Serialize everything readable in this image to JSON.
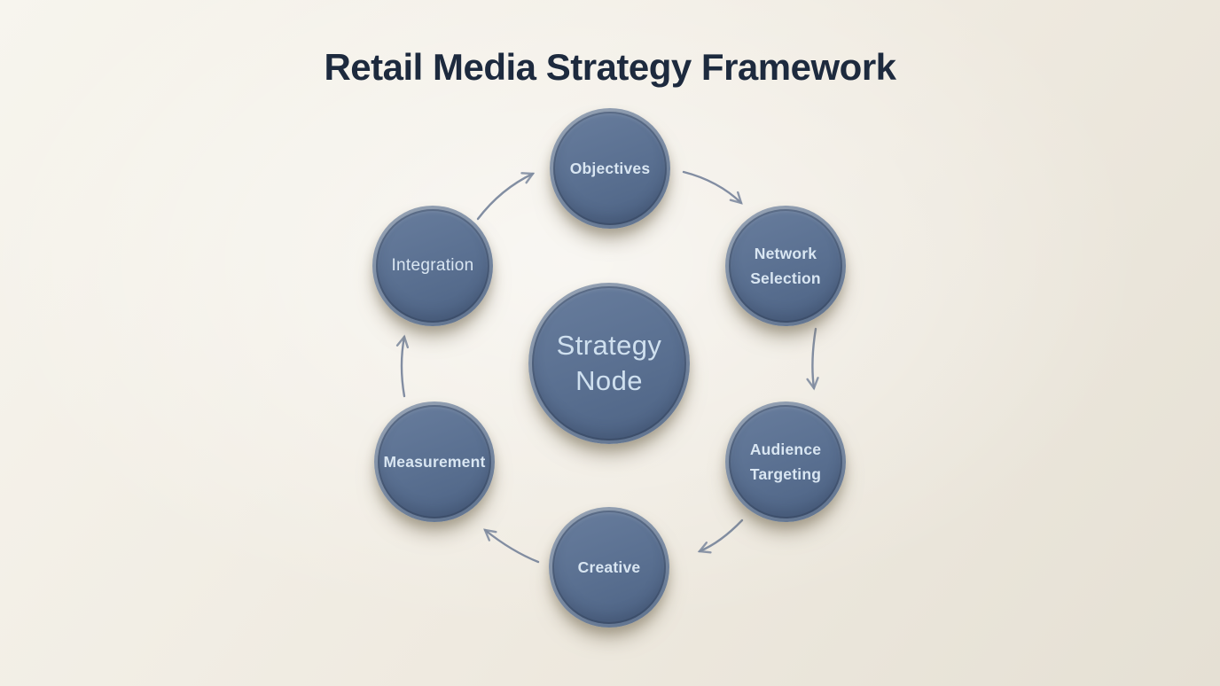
{
  "title": "Retail Media Strategy Framework",
  "theme": {
    "background-light": "#f7f5ee",
    "background-mid": "#efeae0",
    "background-dark": "#e5e0d4",
    "title-color": "#1d2a3e",
    "node-fill": "#5a7091",
    "node-fill-light": "#687d9d",
    "node-fill-dark": "#4d6384",
    "node-rim-light": "#9aa6b6",
    "node-rim-dark": "#5b6f8c",
    "node-text": "#d9e6f2",
    "arrow-color": "#76839a"
  },
  "diagram": {
    "center_node": {
      "label": "Strategy Node"
    },
    "nodes": [
      {
        "id": "objectives",
        "label": "Objectives"
      },
      {
        "id": "network-selection",
        "label": "Network Selection"
      },
      {
        "id": "audience-targeting",
        "label": "Audience Targeting"
      },
      {
        "id": "creative",
        "label": "Creative"
      },
      {
        "id": "measurement",
        "label": "Measurement"
      },
      {
        "id": "integration",
        "label": "Integration"
      }
    ],
    "connections": [
      {
        "from": "Integration",
        "to": "Objectives"
      },
      {
        "from": "Objectives",
        "to": "Network Selection"
      },
      {
        "from": "Network Selection",
        "to": "Audience Targeting"
      },
      {
        "from": "Audience Targeting",
        "to": "Creative"
      },
      {
        "from": "Creative",
        "to": "Measurement"
      },
      {
        "from": "Measurement",
        "to": "Integration"
      }
    ]
  }
}
